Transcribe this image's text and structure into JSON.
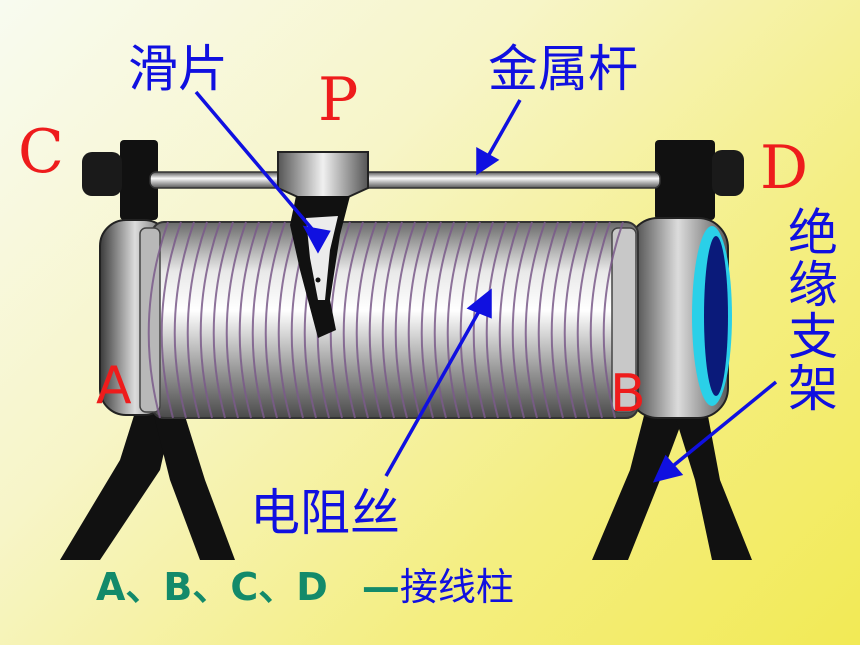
{
  "labels": {
    "slider": "滑片",
    "p": "P",
    "metal_rod": "金属杆",
    "c": "C",
    "d": "D",
    "a": "A",
    "b": "B",
    "support": "绝缘支架",
    "wire": "电阻丝"
  },
  "caption": {
    "terminals": "A、B、C、D",
    "dash": "—",
    "name": "接线柱"
  },
  "colors": {
    "label_blue": "#1010e0",
    "terminal_red": "#ee1c1c",
    "caption_teal": "#138a6a",
    "coil_purple": "#7a5a8a",
    "ring_cyan": "#2ad0e8"
  }
}
